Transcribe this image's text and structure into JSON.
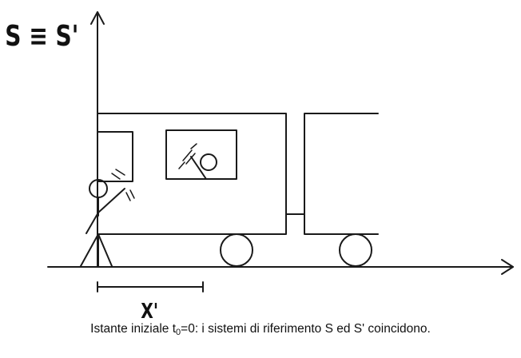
{
  "title": "S ≡ S'",
  "x_label": "X'",
  "caption": {
    "prefix": "Istante iniziale t",
    "subscript": "0",
    "suffix": "=0: i sistemi di riferimento S ed S' coincidono."
  }
}
